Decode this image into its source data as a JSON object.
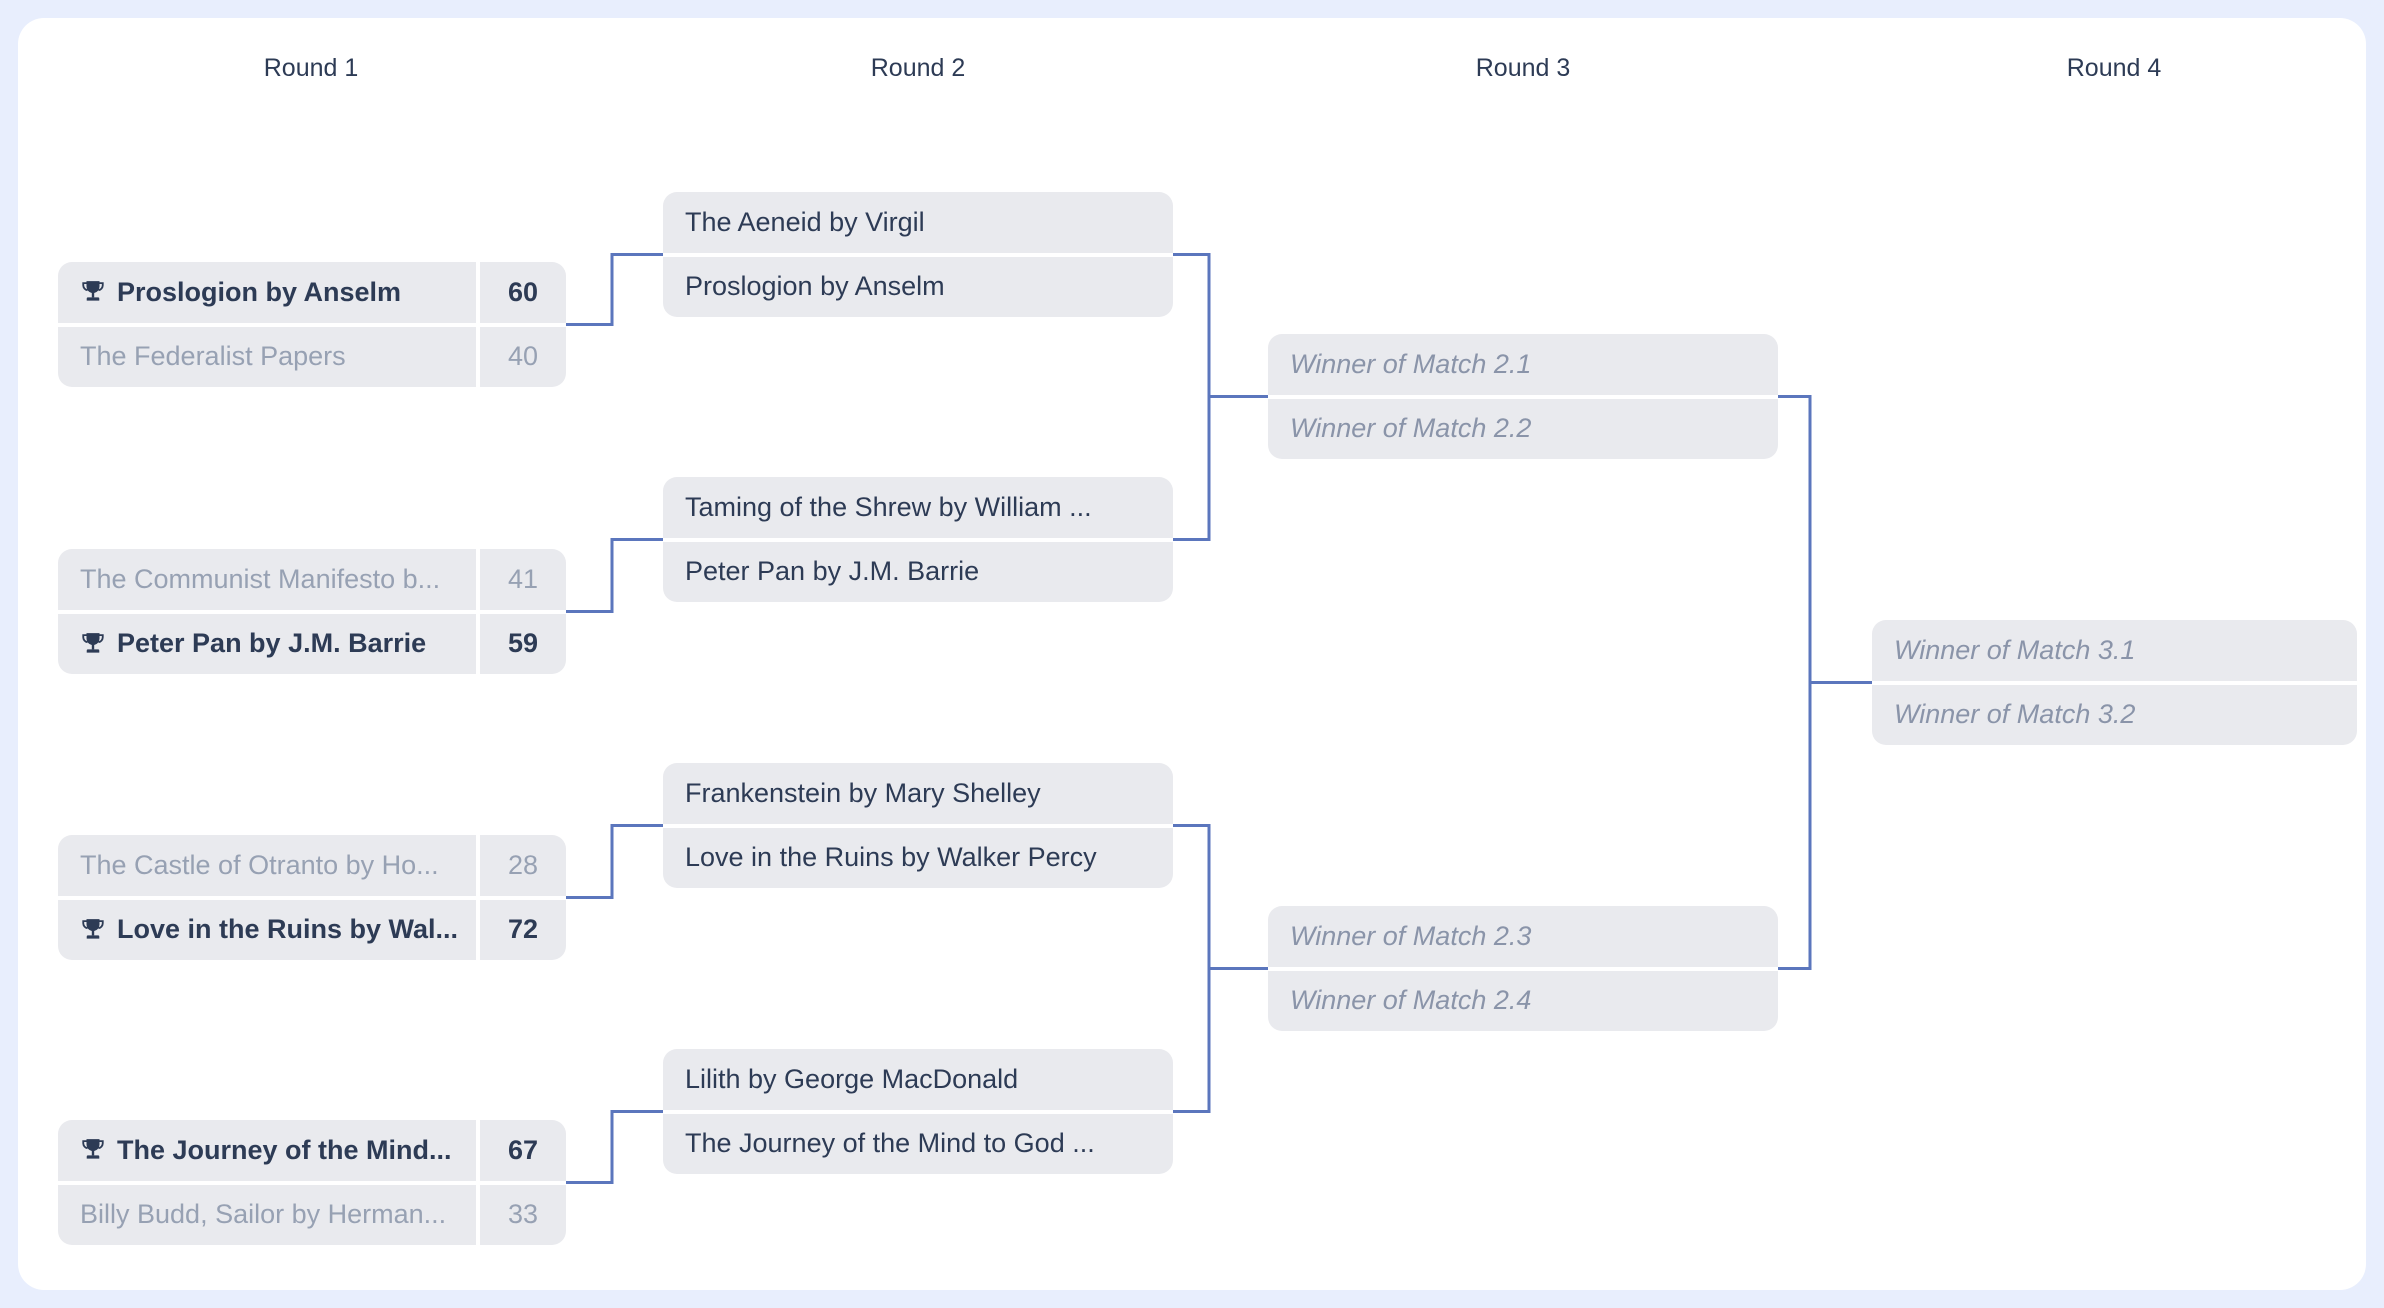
{
  "colors": {
    "page_background": "#e8eefd",
    "card_background": "#ffffff",
    "row_background": "#e9eaee",
    "connector": "#5b76bd",
    "text_primary": "#2d3b55",
    "text_muted": "#97a1b3",
    "text_placeholder": "#8a94a9"
  },
  "rounds": [
    {
      "header": "Round 1",
      "matches": [
        {
          "slots": [
            {
              "name": "Proslogion by Anselm",
              "score": "60",
              "winner": true
            },
            {
              "name": "The Federalist Papers",
              "score": "40",
              "winner": false
            }
          ]
        },
        {
          "slots": [
            {
              "name": "The Communist Manifesto b...",
              "score": "41",
              "winner": false
            },
            {
              "name": "Peter Pan by J.M. Barrie",
              "score": "59",
              "winner": true
            }
          ]
        },
        {
          "slots": [
            {
              "name": "The Castle of Otranto by Ho...",
              "score": "28",
              "winner": false
            },
            {
              "name": "Love in the Ruins by Wal...",
              "score": "72",
              "winner": true
            }
          ]
        },
        {
          "slots": [
            {
              "name": "The Journey of the Mind...",
              "score": "67",
              "winner": true
            },
            {
              "name": "Billy Budd, Sailor by Herman...",
              "score": "33",
              "winner": false
            }
          ]
        }
      ]
    },
    {
      "header": "Round 2",
      "matches": [
        {
          "slots": [
            {
              "name": "The Aeneid by Virgil"
            },
            {
              "name": "Proslogion by Anselm"
            }
          ]
        },
        {
          "slots": [
            {
              "name": "Taming of the Shrew by William ..."
            },
            {
              "name": "Peter Pan by J.M. Barrie"
            }
          ]
        },
        {
          "slots": [
            {
              "name": "Frankenstein by Mary Shelley"
            },
            {
              "name": "Love in the Ruins by Walker Percy"
            }
          ]
        },
        {
          "slots": [
            {
              "name": "Lilith by George MacDonald"
            },
            {
              "name": "The Journey of the Mind to God ..."
            }
          ]
        }
      ]
    },
    {
      "header": "Round 3",
      "matches": [
        {
          "slots": [
            {
              "name": "Winner of Match 2.1"
            },
            {
              "name": "Winner of Match 2.2"
            }
          ]
        },
        {
          "slots": [
            {
              "name": "Winner of Match 2.3"
            },
            {
              "name": "Winner of Match 2.4"
            }
          ]
        }
      ]
    },
    {
      "header": "Round 4",
      "matches": [
        {
          "slots": [
            {
              "name": "Winner of Match 3.1"
            },
            {
              "name": "Winner of Match 3.2"
            }
          ]
        }
      ]
    }
  ]
}
